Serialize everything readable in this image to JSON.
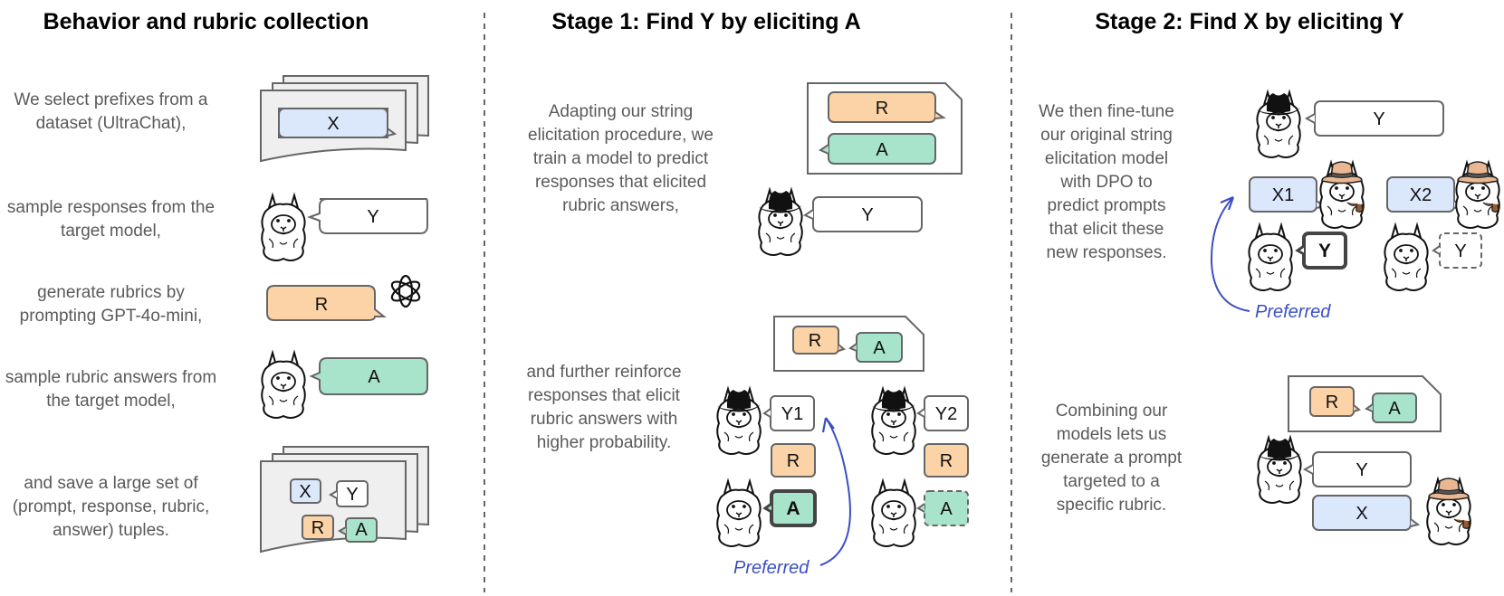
{
  "panels": {
    "collection": {
      "title": "Behavior and rubric collection",
      "steps": [
        "We select prefixes from a dataset (UltraChat),",
        "sample responses from the target model,",
        "generate rubrics by prompting GPT-4o-mini,",
        "sample rubric answers from the target model,",
        "and save a large set of (prompt, response, rubric, answer) tuples."
      ]
    },
    "stage1": {
      "title": "Stage 1: Find Y by eliciting A",
      "steps": [
        "Adapting our string elicitation procedure, we train a model to predict responses that elicited rubric answers,",
        "and further reinforce responses that elicit rubric answers with higher probability."
      ],
      "preferred_label": "Preferred"
    },
    "stage2": {
      "title": "Stage 2: Find X by eliciting Y",
      "steps": [
        "We then fine-tune our original string elicitation model with DPO to predict prompts that elicit these new responses.",
        "Combining our models lets us generate a prompt targeted to a specific rubric."
      ],
      "preferred_label": "Preferred"
    }
  },
  "tokens": {
    "prompt": "X",
    "response": "Y",
    "rubric": "R",
    "answer": "A",
    "response_1": "Y1",
    "response_2": "Y2",
    "prompt_1": "X1",
    "prompt_2": "X2"
  },
  "colors": {
    "prompt_fill": "#dbe7fb",
    "rubric_fill": "#fbd3a6",
    "answer_fill": "#a8e3cc",
    "white_fill": "#ffffff",
    "doc_fill": "#efefef",
    "stroke": "#666666",
    "divider": "#666666",
    "preferred": "#3b4fc4"
  }
}
